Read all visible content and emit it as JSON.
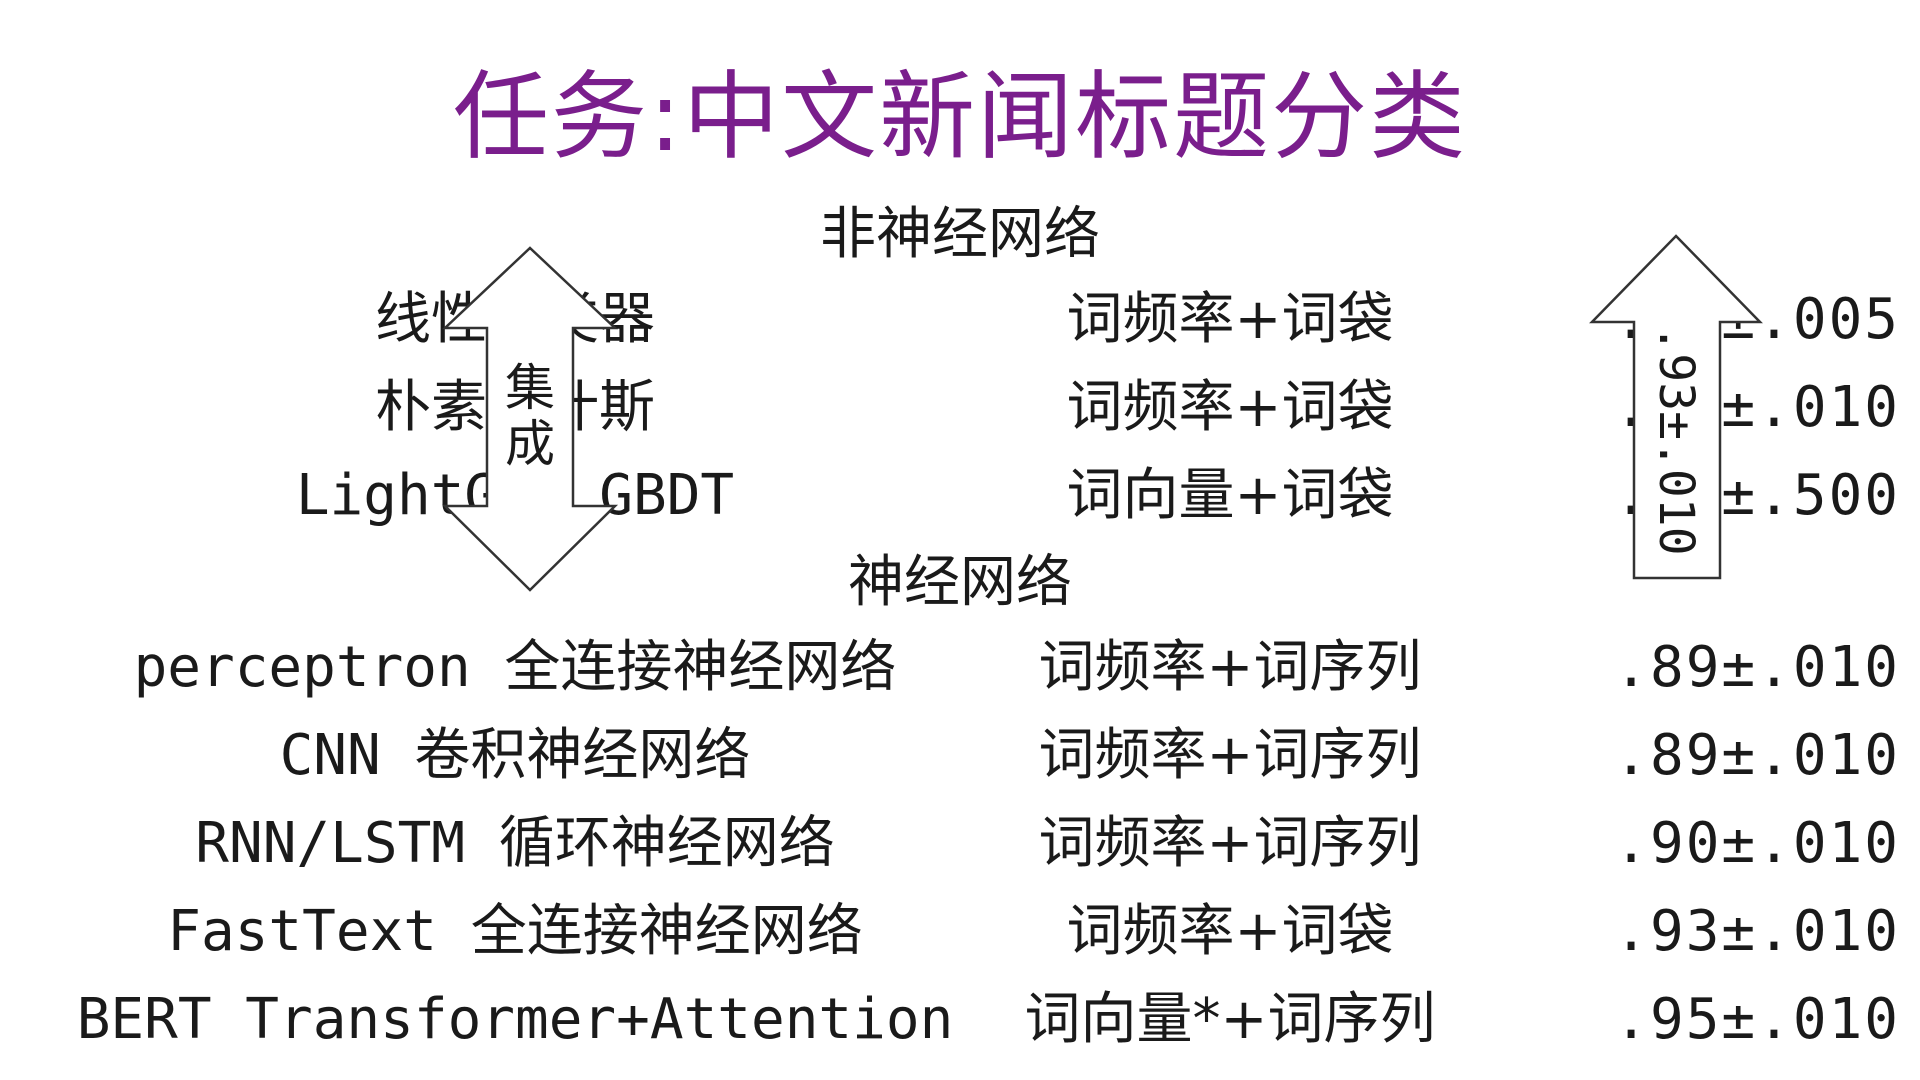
{
  "slide": {
    "title": "任务:中文新闻标题分类",
    "sections": [
      {
        "heading": "非神经网络",
        "rows": [
          {
            "model": "线性分类器",
            "feature": "词频率+词袋",
            "score": ".93±.005"
          },
          {
            "model": "朴素贝叶斯",
            "feature": "词频率+词袋",
            "score": ".92±.010"
          },
          {
            "model": "LightGBM GBDT",
            "feature": "词向量+词袋",
            "score": ".80±.500"
          }
        ]
      },
      {
        "heading": "神经网络",
        "rows": [
          {
            "model": "perceptron 全连接神经网络",
            "feature": "词频率+词序列",
            "score": ".89±.010"
          },
          {
            "model": "CNN 卷积神经网络",
            "feature": "词频率+词序列",
            "score": ".89±.010"
          },
          {
            "model": "RNN/LSTM 循环神经网络",
            "feature": "词频率+词序列",
            "score": ".90±.010"
          },
          {
            "model": "FastText 全连接神经网络",
            "feature": "词频率+词袋",
            "score": ".93±.010"
          },
          {
            "model": "BERT Transformer+Attention",
            "feature": "词向量*+词序列",
            "score": ".95±.010"
          }
        ]
      }
    ],
    "ensemble_arrow": {
      "line1": "集",
      "line2": "成",
      "icon": "double-vertical-arrow"
    },
    "ensemble_result_arrow": {
      "label": ".93±.010",
      "icon": "up-arrow"
    },
    "colors": {
      "title": "#7a1e8c",
      "text": "#1a1a1a",
      "arrow_fill": "#ffffff",
      "arrow_stroke": "#333333"
    }
  }
}
